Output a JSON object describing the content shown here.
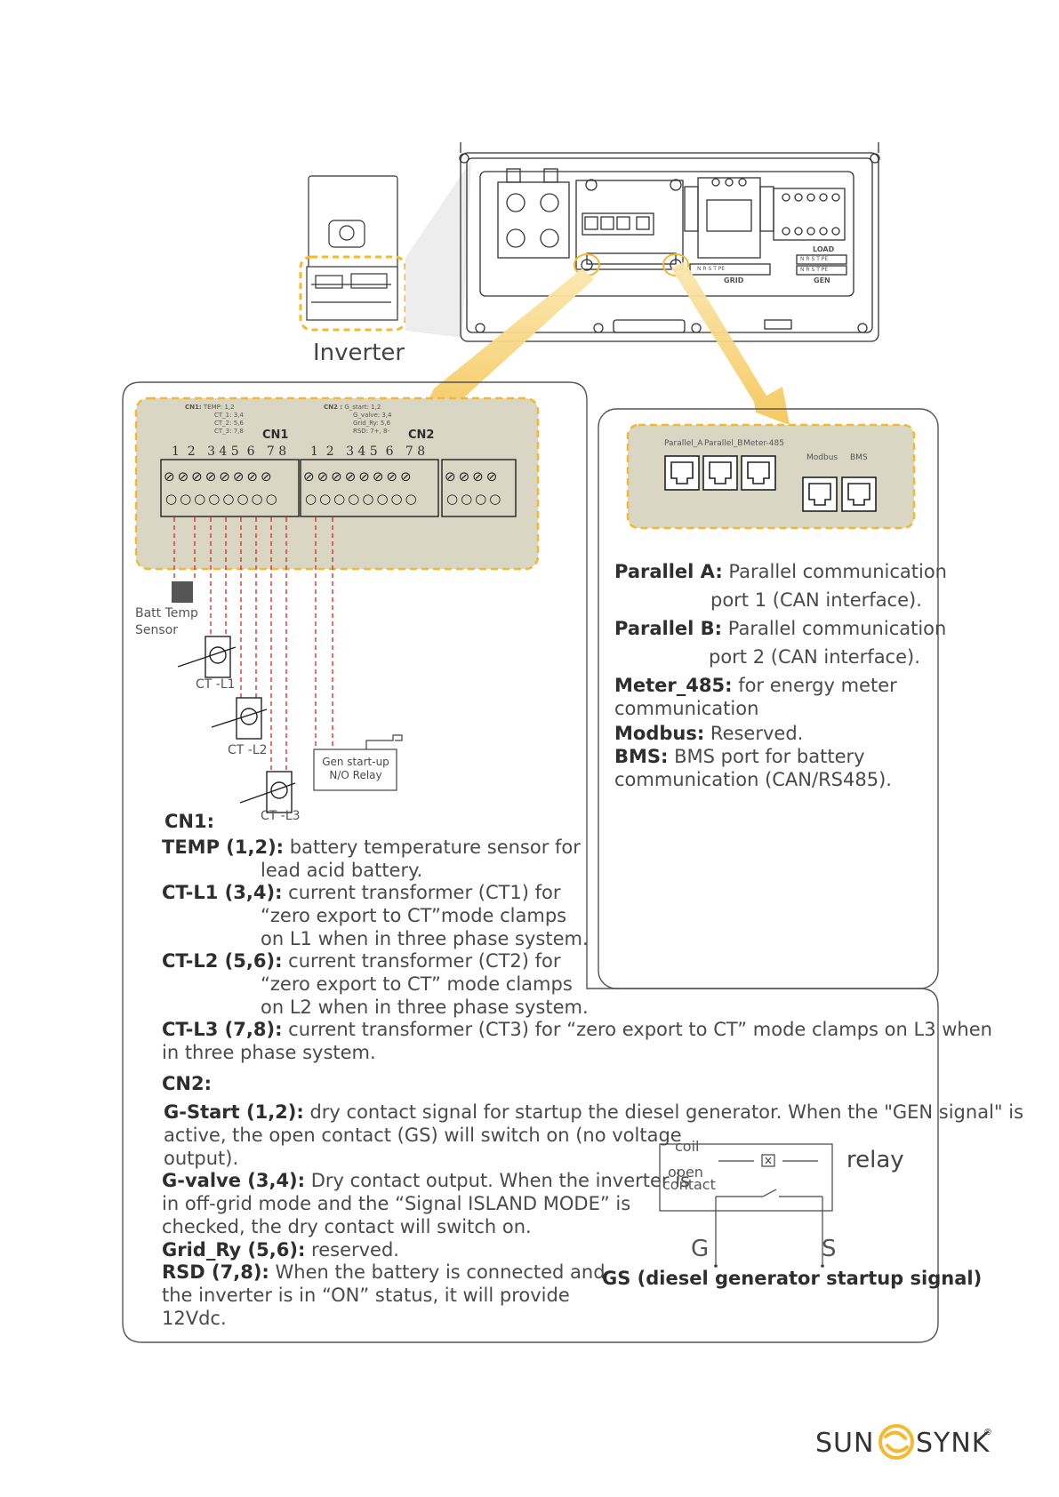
{
  "inverter_label": "Inverter",
  "cn_panel": {
    "cn1_legend": [
      "CN1:",
      "TEMP: 1,2",
      "CT_1: 3,4",
      "CT_2: 5,6",
      "CT_3: 7,8"
    ],
    "cn2_legend": [
      "CN2 :",
      "G_start: 1,2",
      "G_valve: 3,4",
      "Grid_Ry: 5,6",
      "RSD:  7+, 8-"
    ],
    "cn1_title": "CN1",
    "cn2_title": "CN2",
    "cn1_pins": "1  2   3 4 5  6   7 8",
    "cn2_pins": "1  2   3 4 5  6   7 8"
  },
  "sensors": {
    "batt_temp": [
      "Batt Temp",
      "Sensor"
    ],
    "ct_l1": "CT -L1",
    "ct_l2": "CT -L2",
    "ct_l3": "CT -L3",
    "gen_relay": [
      "Gen start-up",
      "N/O Relay"
    ]
  },
  "ports_panel": {
    "labels": [
      "Parallel_A",
      "Parallel_B",
      "Meter-485",
      "Modbus",
      "BMS"
    ]
  },
  "terminal_labels": {
    "load": "LOAD",
    "grid": "GRID",
    "gen": "GEN",
    "nrstpe": "N  R  S  T  PE"
  },
  "port_descriptions": [
    {
      "term": "Parallel A:",
      "lines": [
        " Parallel communication",
        "port 1 (CAN interface)."
      ]
    },
    {
      "term": "Parallel B:",
      "lines": [
        " Parallel communication",
        "port 2 (CAN interface)."
      ]
    },
    {
      "term": "Meter_485:",
      "lines": [
        " for energy meter",
        "communication"
      ]
    },
    {
      "term": "Modbus:",
      "lines": [
        " Reserved."
      ]
    },
    {
      "term": "BMS:",
      "lines": [
        " BMS port for battery",
        "communication (CAN/RS485)."
      ]
    }
  ],
  "cn1_section": {
    "heading": "CN1:",
    "items": [
      {
        "term": "TEMP (1,2):",
        "lines": [
          " battery temperature sensor for",
          "lead acid battery."
        ]
      },
      {
        "term": "CT-L1 (3,4):",
        "lines": [
          " current transformer (CT1) for",
          "“zero export to CT”mode clamps",
          "on L1 when in three phase system."
        ]
      },
      {
        "term": "CT-L2 (5,6):",
        "lines": [
          " current transformer (CT2) for",
          "“zero export to CT” mode clamps",
          "on L2 when in three phase system."
        ]
      },
      {
        "term": "CT-L3 (7,8):",
        "lines": [
          " current transformer (CT3) for “zero export to CT” mode clamps on L3 when",
          "in three phase system."
        ]
      }
    ]
  },
  "cn2_section": {
    "heading": "CN2:",
    "items": [
      {
        "term": "G-Start (1,2):",
        "lines": [
          " dry contact signal for startup the diesel generator. When the \"GEN signal\" is",
          "active, the open contact (GS) will switch on (no voltage",
          "output)."
        ]
      },
      {
        "term": "G-valve (3,4):",
        "lines": [
          " Dry contact output. When the inverter is",
          "in off-grid mode and the “Signal ISLAND MODE” is",
          "checked, the dry contact will switch on."
        ]
      },
      {
        "term": "Grid_Ry (5,6):",
        "lines": [
          " reserved."
        ]
      },
      {
        "term": "RSD (7,8):",
        "lines": [
          " When the battery is connected and",
          "the inverter is in “ON” status, it will provide",
          "12Vdc."
        ]
      }
    ]
  },
  "relay_diagram": {
    "coil": "coil",
    "open_contact": [
      "open",
      "contact"
    ],
    "relay": "relay",
    "g": "G",
    "s": "S",
    "caption": "GS (diesel generator startup signal)"
  },
  "brand": {
    "left": "SUN",
    "right": "SYNK",
    "reg": "®"
  },
  "colors": {
    "accent": "#f5b82e",
    "panel": "#d9d6c3",
    "red_dash": "#e03030"
  }
}
